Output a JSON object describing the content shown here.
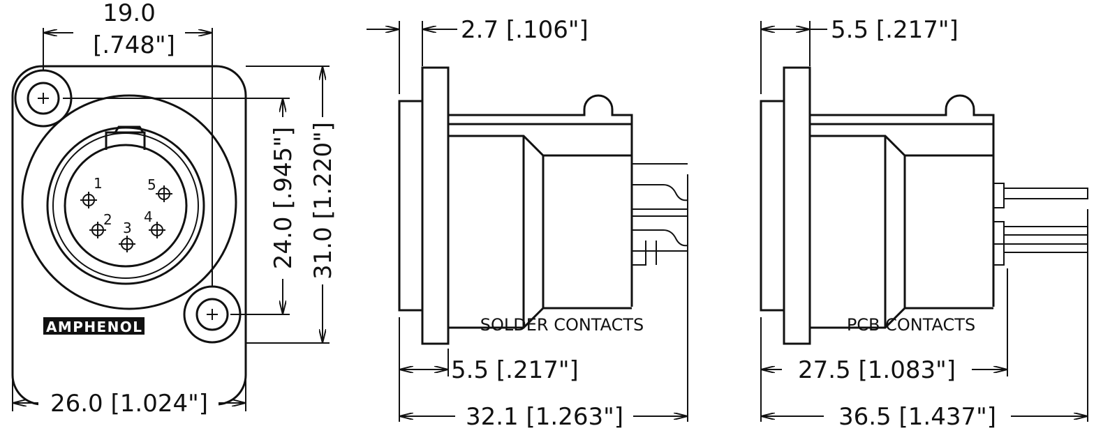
{
  "front_view": {
    "width_between_holes": "19.0",
    "width_between_holes_in": "[.748\"]",
    "overall_width": "26.0 [1.024\"]",
    "height_between_holes": "24.0 [.945\"]",
    "overall_height": "31.0 [1.220\"]",
    "pins": [
      "1",
      "2",
      "3",
      "4",
      "5"
    ],
    "logo": "AMPHENOL"
  },
  "solder_view": {
    "label": "SOLDER CONTACTS",
    "flange_thickness": "2.7 [.106\"]",
    "panel_depth": "5.5 [.217\"]",
    "overall_length": "32.1 [1.263\"]"
  },
  "pcb_view": {
    "label": "PCB CONTACTS",
    "panel_depth": "5.5 [.217\"]",
    "body_length": "27.5 [1.083\"]",
    "overall_length": "36.5 [1.437\"]"
  }
}
